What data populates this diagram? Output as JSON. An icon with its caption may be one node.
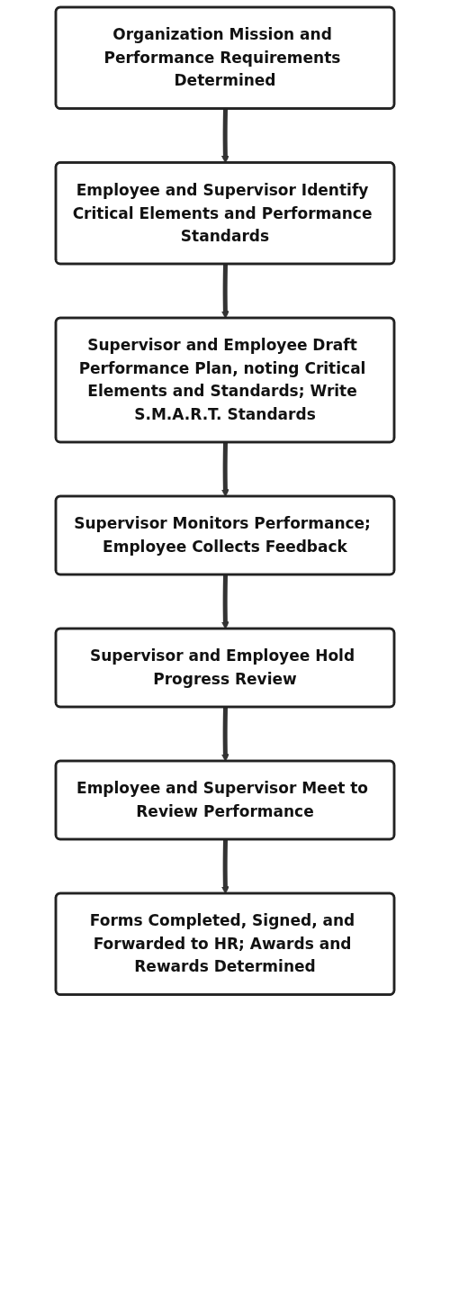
{
  "diagram": {
    "nodes": [
      {
        "text": [
          "Organization Mission and Performance Requirements Determined"
        ]
      },
      {
        "text": [
          "Employee and Supervisor Identify Critical Elements and Performance Standards"
        ]
      },
      {
        "text": [
          "Supervisor and Employee Draft Performance Plan, noting Critical Elements and Standards; Write S.M.A.R.T. Standards"
        ]
      },
      {
        "text": [
          "Supervisor Monitors Performance; Employee Collects Feedback"
        ]
      },
      {
        "text": [
          "Supervisor and Employee Hold Progress Review"
        ]
      },
      {
        "text": [
          "Employee and Supervisor Meet to Review Performance"
        ]
      },
      {
        "text": [
          "Forms Completed, Signed, and Forwarded to HR; Awards and Rewards Determined"
        ]
      }
    ],
    "edges": [
      {
        "from": 0,
        "to": 1,
        "arrow": "to"
      },
      {
        "from": 1,
        "to": 2,
        "arrow": "to"
      },
      {
        "from": 2,
        "to": 3,
        "arrow": "to"
      },
      {
        "from": 3,
        "to": 4,
        "arrow": "to"
      },
      {
        "from": 4,
        "to": 5,
        "arrow": "to"
      },
      {
        "from": 5,
        "to": 6,
        "arrow": "to"
      }
    ]
  }
}
